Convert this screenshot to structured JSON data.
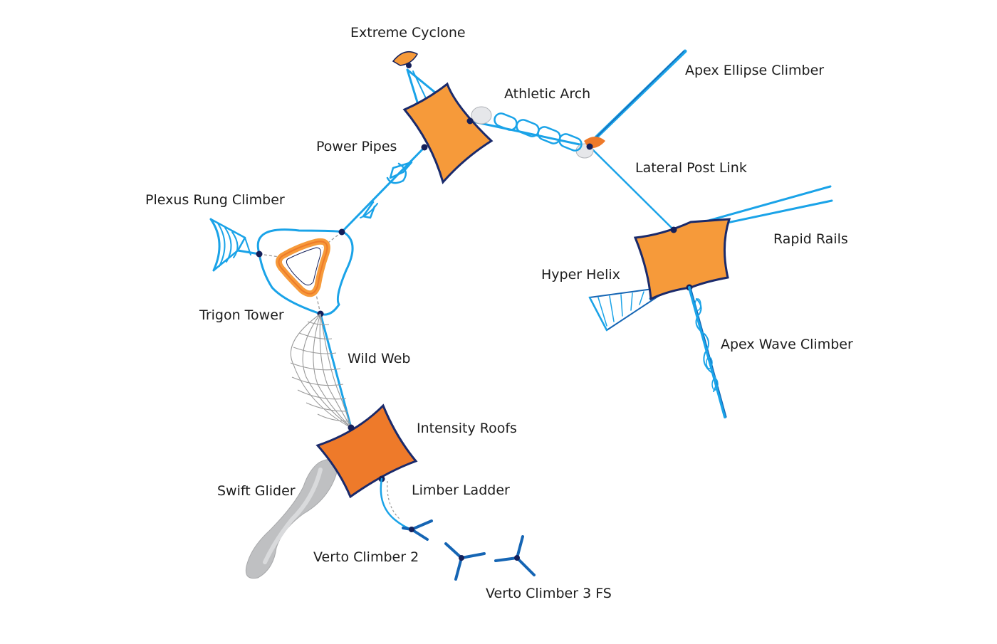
{
  "colors": {
    "pipe": "#1aa3e8",
    "pipe_dark": "#1565b4",
    "node": "#15205a",
    "roof": "#f69a3a",
    "roof_dark": "#ee7a2a",
    "roof_edge": "#1a2a6b",
    "net": "#9a9a9a",
    "slide": "#bfc0c2"
  },
  "labels": {
    "extreme_cyclone": "Extreme Cyclone",
    "apex_ellipse_climber": "Apex Ellipse Climber",
    "athletic_arch": "Athletic Arch",
    "power_pipes": "Power Pipes",
    "lateral_post_link": "Lateral Post Link",
    "plexus_rung_climber": "Plexus Rung Climber",
    "rapid_rails": "Rapid Rails",
    "hyper_helix": "Hyper Helix",
    "trigon_tower": "Trigon Tower",
    "apex_wave_climber": "Apex Wave Climber",
    "wild_web": "Wild Web",
    "intensity_roofs": "Intensity Roofs",
    "swift_glider": "Swift Glider",
    "limber_ladder": "Limber Ladder",
    "verto_climber_2": "Verto Climber 2",
    "verto_climber_3fs": "Verto Climber 3 FS"
  }
}
